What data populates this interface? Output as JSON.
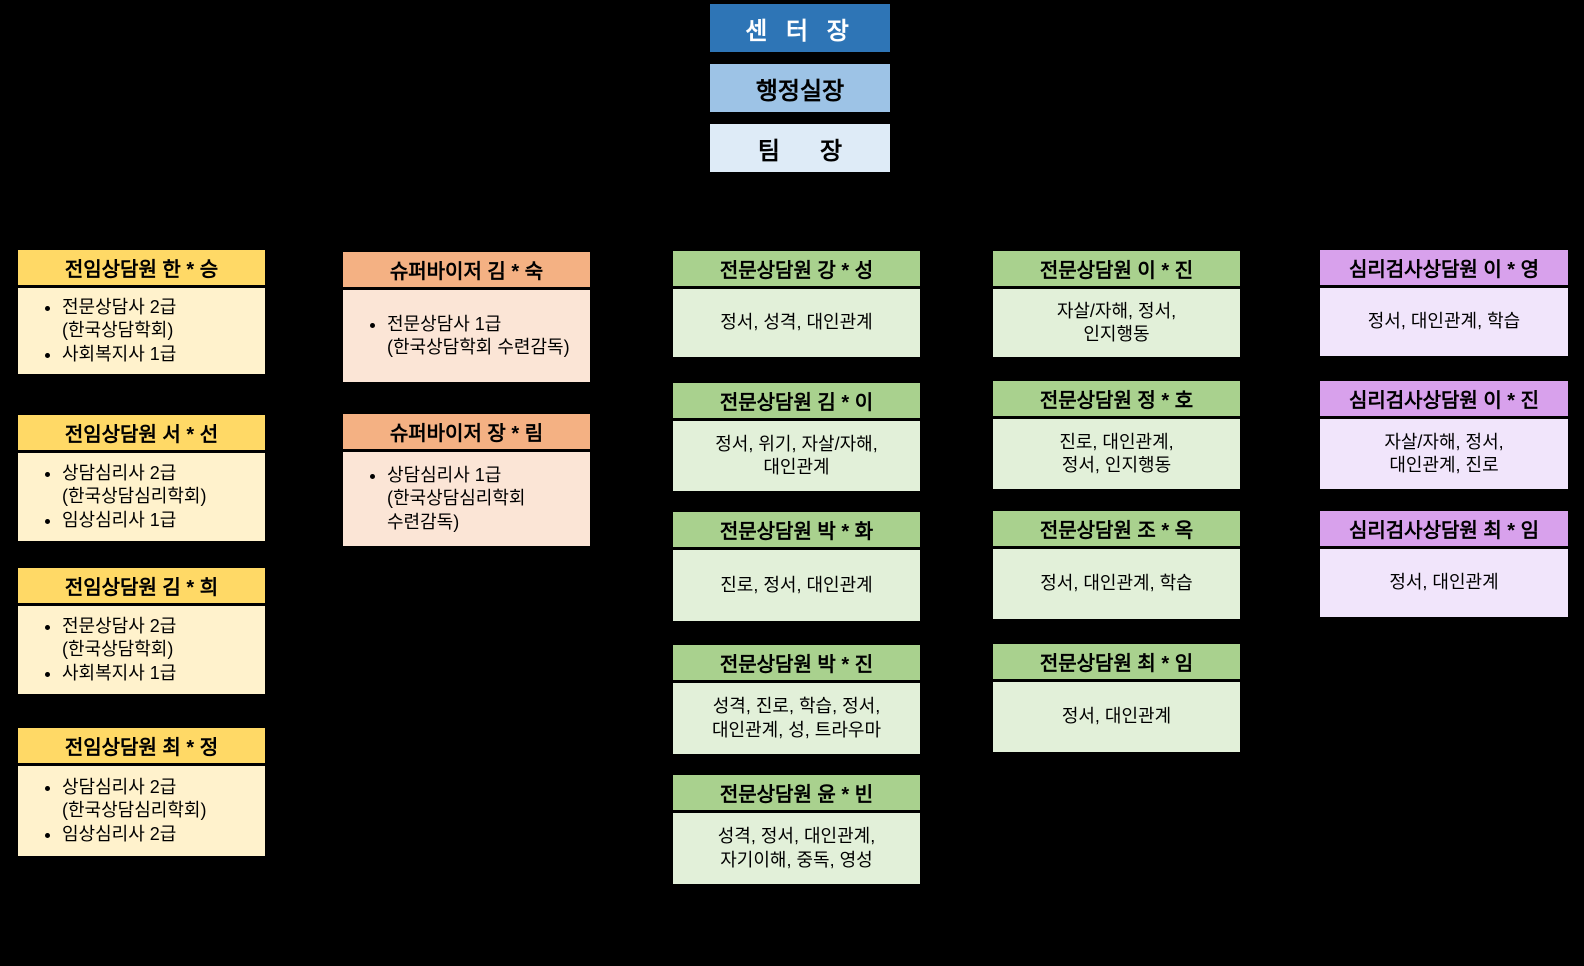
{
  "page": {
    "background": "#000000"
  },
  "top_hierarchy": {
    "items": [
      {
        "label": "센 터 장",
        "bg": "#2E75B6",
        "text_color": "#FFFFFF"
      },
      {
        "label": "행정실장",
        "bg": "#9DC3E6",
        "text_color": "#000000"
      },
      {
        "label": "팀      장",
        "bg": "#DEEBF7",
        "text_color": "#000000"
      }
    ]
  },
  "columns": [
    {
      "header_bg": "#FFD966",
      "body_bg": "#FFF2CC",
      "boxes": [
        {
          "title": "전임상담원 한 * 승",
          "bullets": [
            "전문상담사 2급\n(한국상담학회)",
            "사회복지사 1급"
          ]
        },
        {
          "title": "전임상담원 서 * 선",
          "bullets": [
            "상담심리사 2급\n(한국상담심리학회)",
            "임상심리사 1급"
          ]
        },
        {
          "title": "전임상담원 김 * 희",
          "bullets": [
            "전문상담사 2급\n(한국상담학회)",
            "사회복지사 1급"
          ]
        },
        {
          "title": "전임상담원 최 * 정",
          "bullets": [
            "상담심리사 2급\n(한국상담심리학회)",
            "임상심리사 2급"
          ]
        }
      ]
    },
    {
      "header_bg": "#F4B183",
      "body_bg": "#FBE5D6",
      "boxes": [
        {
          "title": "슈퍼바이저 김 * 숙",
          "bullets": [
            "전문상담사 1급\n(한국상담학회 수련감독)"
          ]
        },
        {
          "title": "슈퍼바이저 장 * 림",
          "bullets": [
            "상담심리사 1급\n(한국상담심리학회\n수련감독)"
          ]
        }
      ]
    },
    {
      "header_bg": "#A9D18E",
      "body_bg": "#E2F0D9",
      "boxes": [
        {
          "title": "전문상담원 강 * 성",
          "text": "정서, 성격, 대인관계"
        },
        {
          "title": "전문상담원 김 * 이",
          "text": "정서, 위기, 자살/자해,\n대인관계"
        },
        {
          "title": "전문상담원 박 * 화",
          "text": "진로, 정서, 대인관계"
        },
        {
          "title": "전문상담원 박 * 진",
          "text": "성격, 진로, 학습, 정서,\n대인관계, 성, 트라우마"
        },
        {
          "title": "전문상담원 윤 * 빈",
          "text": "성격, 정서, 대인관계,\n자기이해, 중독, 영성"
        }
      ]
    },
    {
      "header_bg": "#A9D18E",
      "body_bg": "#E2F0D9",
      "boxes": [
        {
          "title": "전문상담원 이 * 진",
          "text": "자살/자해, 정서,\n인지행동"
        },
        {
          "title": "전문상담원 정 * 호",
          "text": "진로, 대인관계,\n정서, 인지행동"
        },
        {
          "title": "전문상담원 조 * 옥",
          "text": "정서, 대인관계, 학습"
        },
        {
          "title": "전문상담원 최 * 임",
          "text": "정서, 대인관계"
        }
      ]
    },
    {
      "header_bg": "#D8A1EC",
      "body_bg": "#F1E5FB",
      "boxes": [
        {
          "title": "심리검사상담원 이 * 영",
          "text": "정서, 대인관계, 학습"
        },
        {
          "title": "심리검사상담원 이 * 진",
          "text": "자살/자해, 정서,\n대인관계, 진로"
        },
        {
          "title": "심리검사상담원 최 * 임",
          "text": "정서, 대인관계"
        }
      ]
    }
  ]
}
